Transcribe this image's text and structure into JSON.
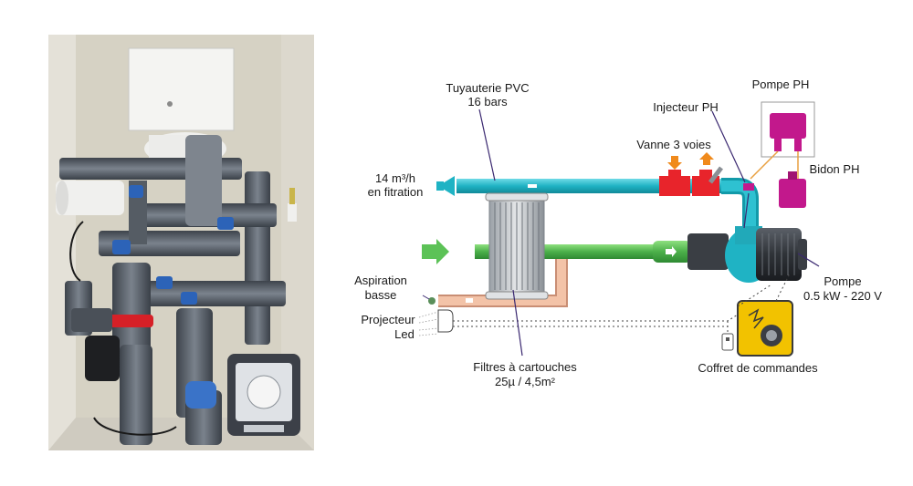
{
  "labels": {
    "pipe": [
      "Tuyauterie PVC",
      "16 bars"
    ],
    "flow": [
      "14 m³/h",
      "en fitration"
    ],
    "valve": "Vanne 3 voies",
    "injector": "Injecteur PH",
    "ph_pump": "Pompe PH",
    "ph_tank": "Bidon PH",
    "pump": [
      "Pompe",
      "0.5 kW - 220 V"
    ],
    "suction": [
      "Aspiration",
      "basse"
    ],
    "projector": [
      "Projecteur",
      "Led"
    ],
    "filters": [
      "Filtres à cartouches",
      "25µ / 4,5m²"
    ],
    "control_box": "Coffret de commandes"
  },
  "colors": {
    "return_pipe": "#23b8c8",
    "suction_pipe": "#4caf50",
    "valve": "#e8242b",
    "injector": "#c2188c",
    "control_box": "#f2c200",
    "flesh_pipe": "#f1b99a",
    "leader": "#3a2870"
  },
  "icons": [
    "arrow-left-icon",
    "arrow-right-icon",
    "lightning-icon",
    "switch-icon"
  ]
}
